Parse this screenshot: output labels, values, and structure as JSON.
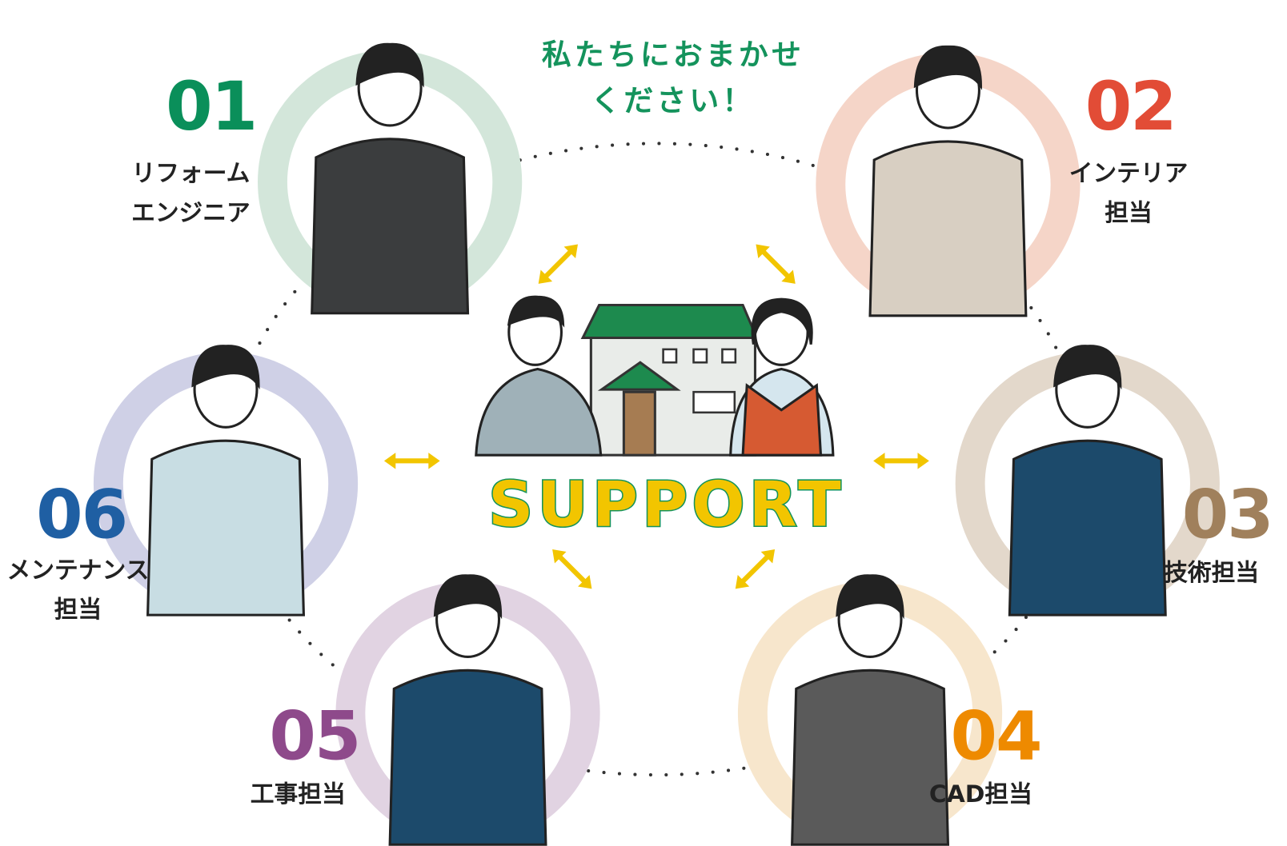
{
  "tagline": {
    "line1": "私たちにおまかせ",
    "line2": "ください！"
  },
  "center_label": "SUPPORT",
  "roles": [
    {
      "number": "01",
      "line1": "リフォーム",
      "line2": "エンジニア",
      "color": "#0a8f5a",
      "ring": "#d3e6da"
    },
    {
      "number": "02",
      "line1": "インテリア",
      "line2": "担当",
      "color": "#e24c36",
      "ring": "#f5d5c8"
    },
    {
      "number": "03",
      "line1": "技術担当",
      "line2": "",
      "color": "#a0805c",
      "ring": "#e3d8cb"
    },
    {
      "number": "04",
      "line1": "CAD担当",
      "line2": "",
      "color": "#ee8a00",
      "ring": "#f7e6cc"
    },
    {
      "number": "05",
      "line1": "工事担当",
      "line2": "",
      "color": "#8e4a8b",
      "ring": "#e1d3e2"
    },
    {
      "number": "06",
      "line1": "メンテナンス",
      "line2": "担当",
      "color": "#1f5fa3",
      "ring": "#cfd0e6"
    }
  ],
  "colors": {
    "arrow": "#f2c500",
    "green": "#14935c"
  }
}
